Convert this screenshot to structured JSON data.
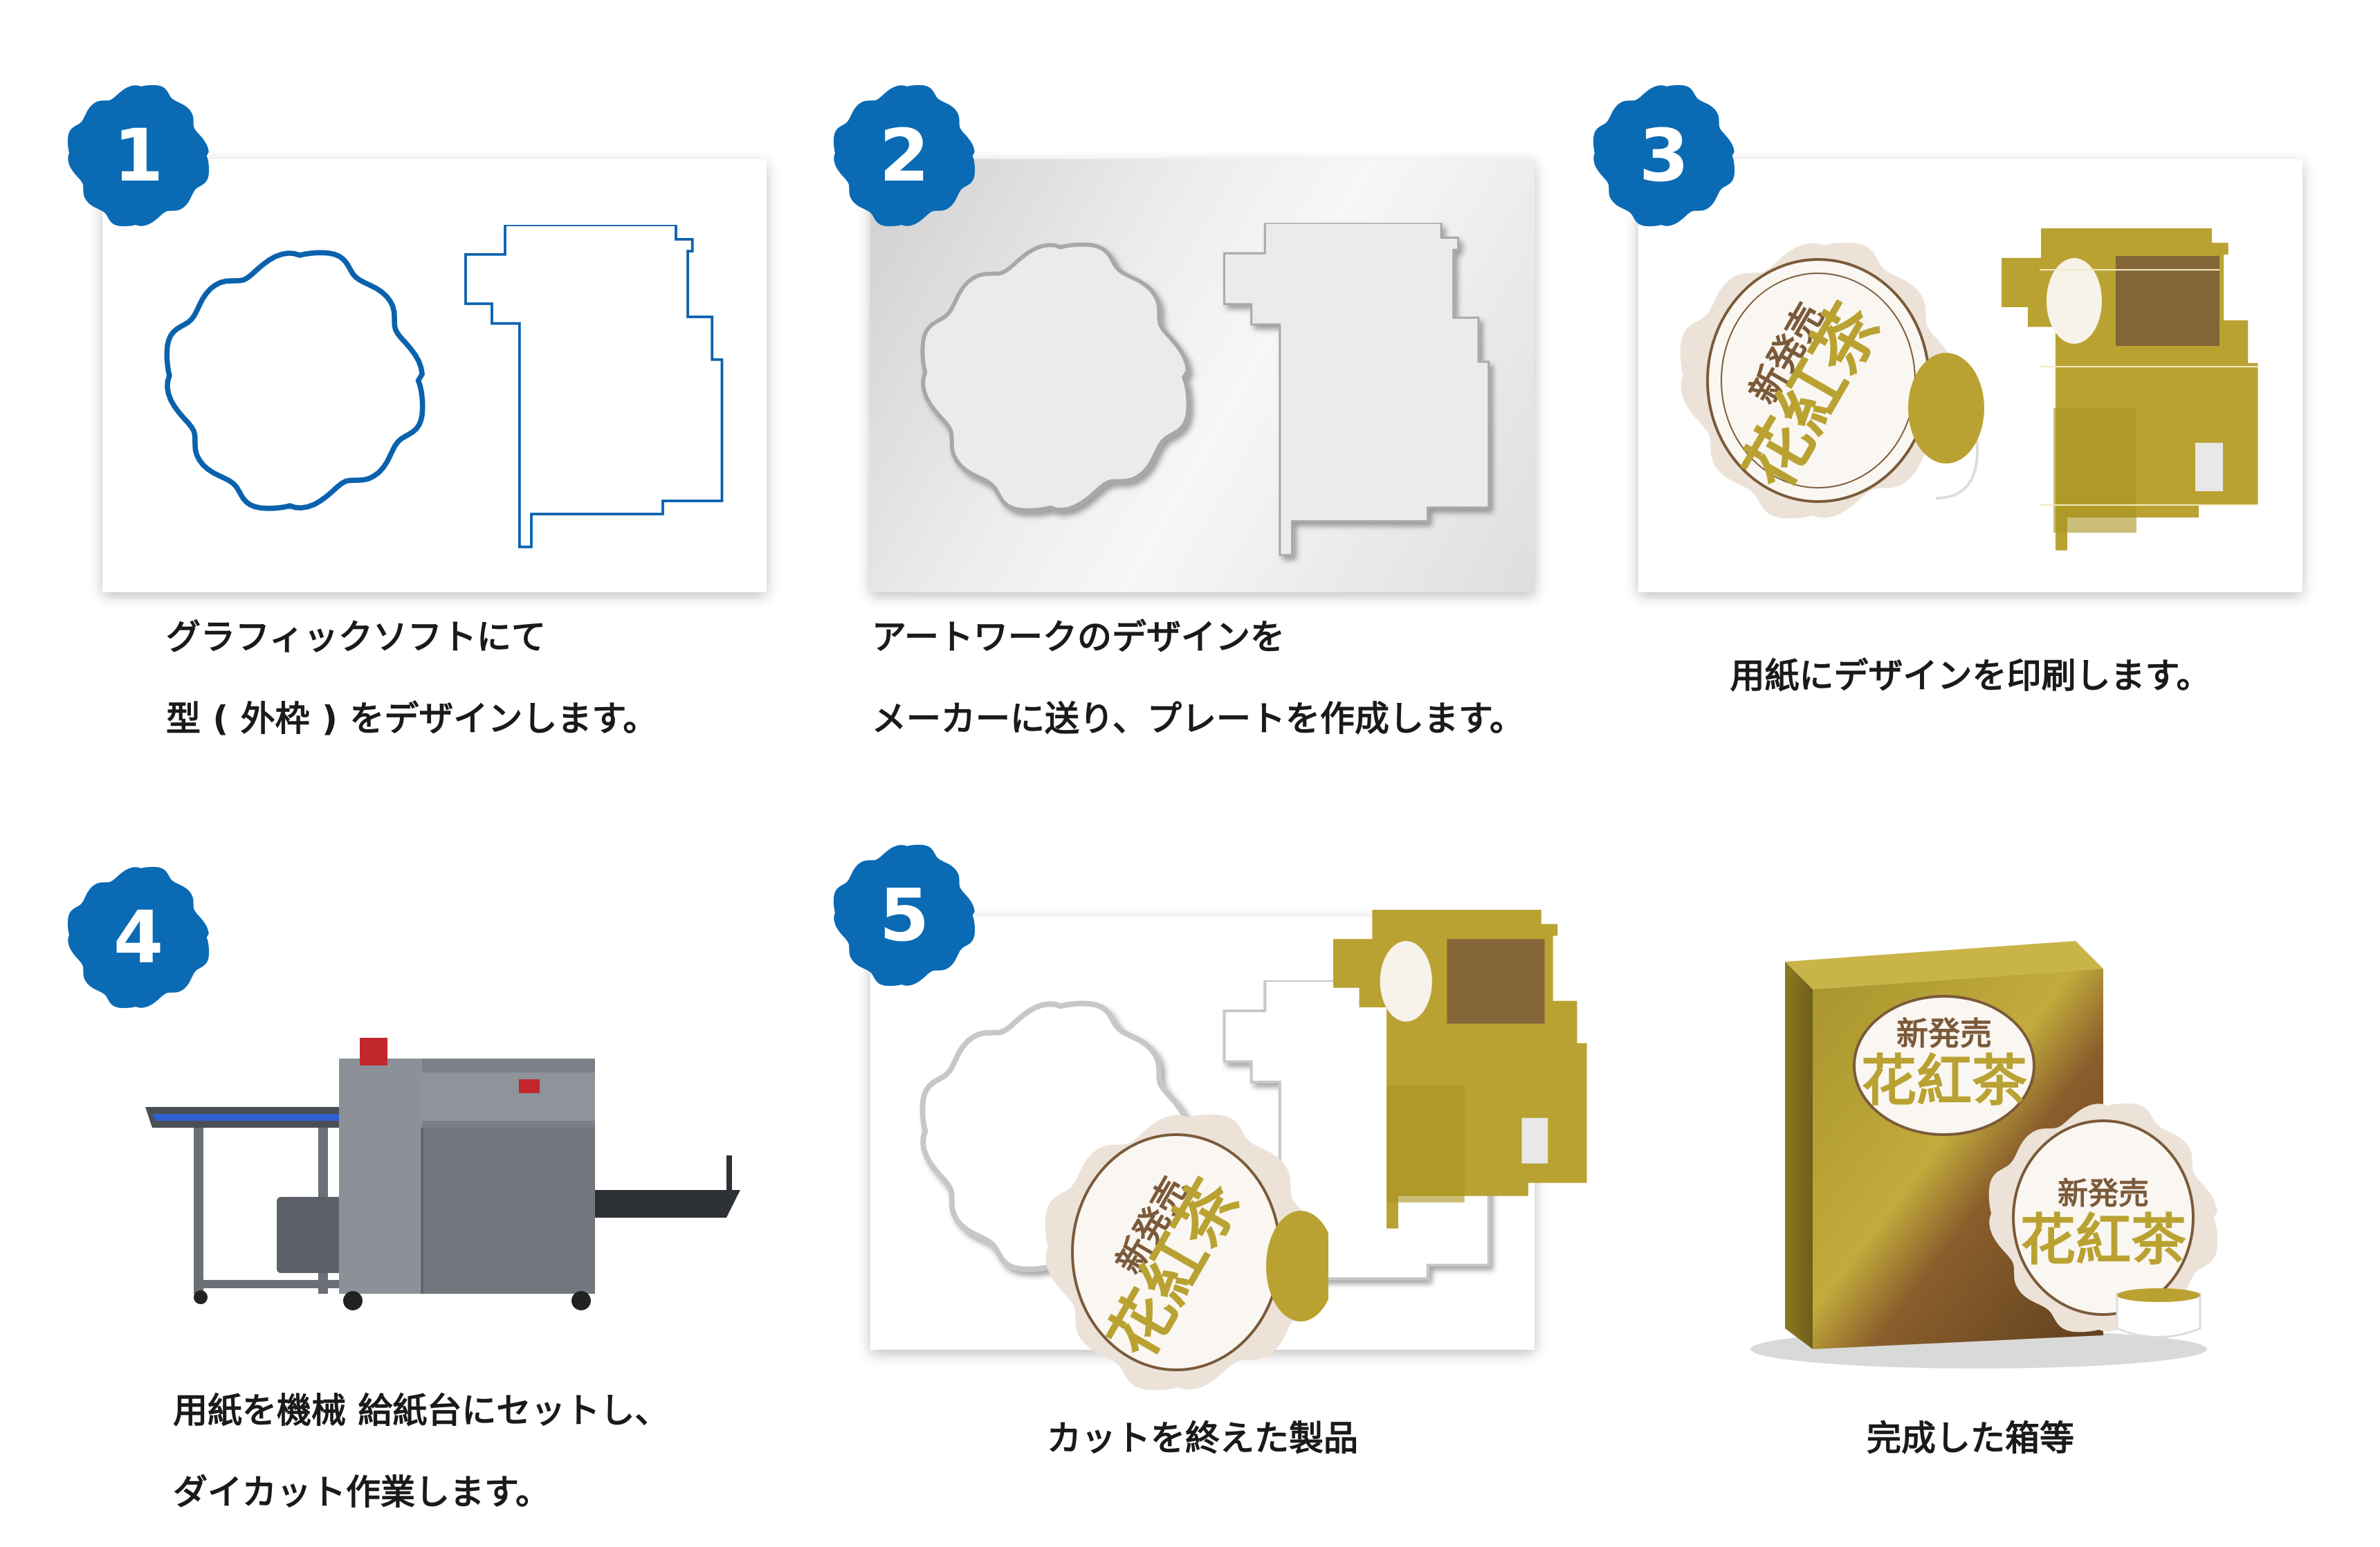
{
  "colors": {
    "badge": "#0a6ab4",
    "outline": "#0a62ad",
    "gold": "#b9a232",
    "brown": "#7a5a3a",
    "label_bg": "#f1e8df"
  },
  "steps": [
    {
      "number": "1",
      "lines": [
        "グラフィックソフトにて",
        "型 ( 外枠 ) をデザインします。"
      ]
    },
    {
      "number": "2",
      "lines": [
        "アートワークのデザインを",
        "メーカーに送り、プレートを作成します。"
      ]
    },
    {
      "number": "3",
      "lines": [
        "用紙にデザインを印刷します。"
      ]
    },
    {
      "number": "4",
      "lines": [
        "用紙を機械 給紙台にセットし、",
        "ダイカット作業します。"
      ]
    },
    {
      "number": "5",
      "lines": [
        "カットを終えた製品"
      ]
    },
    {
      "number": "",
      "lines": [
        "完成した箱等"
      ]
    }
  ],
  "label": {
    "top": "新発売",
    "main": "花紅茶"
  }
}
